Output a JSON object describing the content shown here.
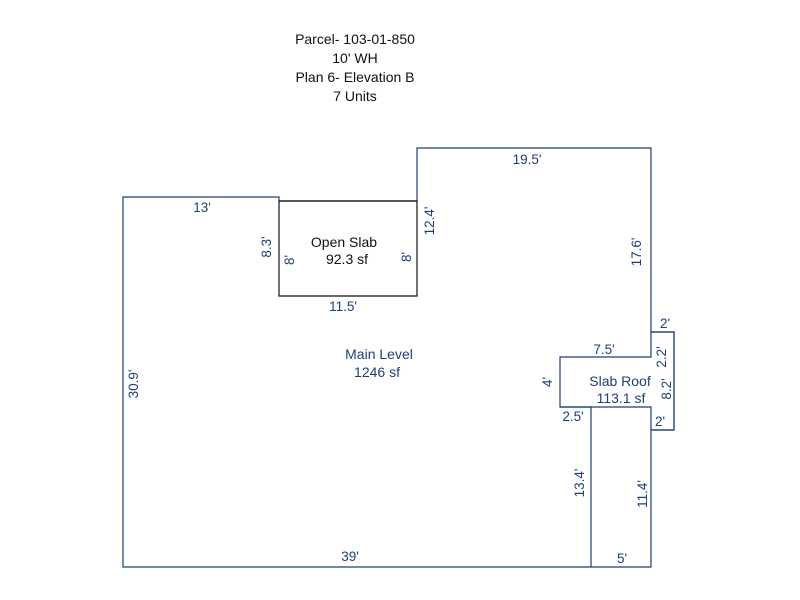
{
  "header": {
    "parcel": "Parcel- 103-01-850",
    "wall_height": "10' WH",
    "plan": "Plan 6- Elevation B",
    "units": "7 Units"
  },
  "areas": {
    "main_level": {
      "name": "Main Level",
      "area": "1246 sf"
    },
    "open_slab": {
      "name": "Open Slab",
      "area": "92.3 sf"
    },
    "slab_roof": {
      "name": "Slab Roof",
      "area": "113.1 sf"
    }
  },
  "dimensions": {
    "main_top_left": "13'",
    "main_left": "30.9'",
    "main_bottom": "39'",
    "main_bottom_right": "5'",
    "main_step_vertical": "13.4'",
    "main_step_horizontal": "2.5'",
    "main_right_upper": "17.6'",
    "main_right_lower": "11.4'",
    "main_top_right": "19.5'",
    "main_notch_height": "12.4'",
    "open_slab_left": "8.3'",
    "open_slab_inner_left": "8'",
    "open_slab_inner_right": "8'",
    "open_slab_bottom": "11.5'",
    "slab_roof_top": "7.5'",
    "slab_roof_left": "4'",
    "slab_roof_right": "8.2'",
    "bump_top": "2'",
    "bump_side": "2.2'",
    "bump_bottom": "2'"
  },
  "colors": {
    "outline": "#1f3f77",
    "slab_outline": "#111111"
  }
}
